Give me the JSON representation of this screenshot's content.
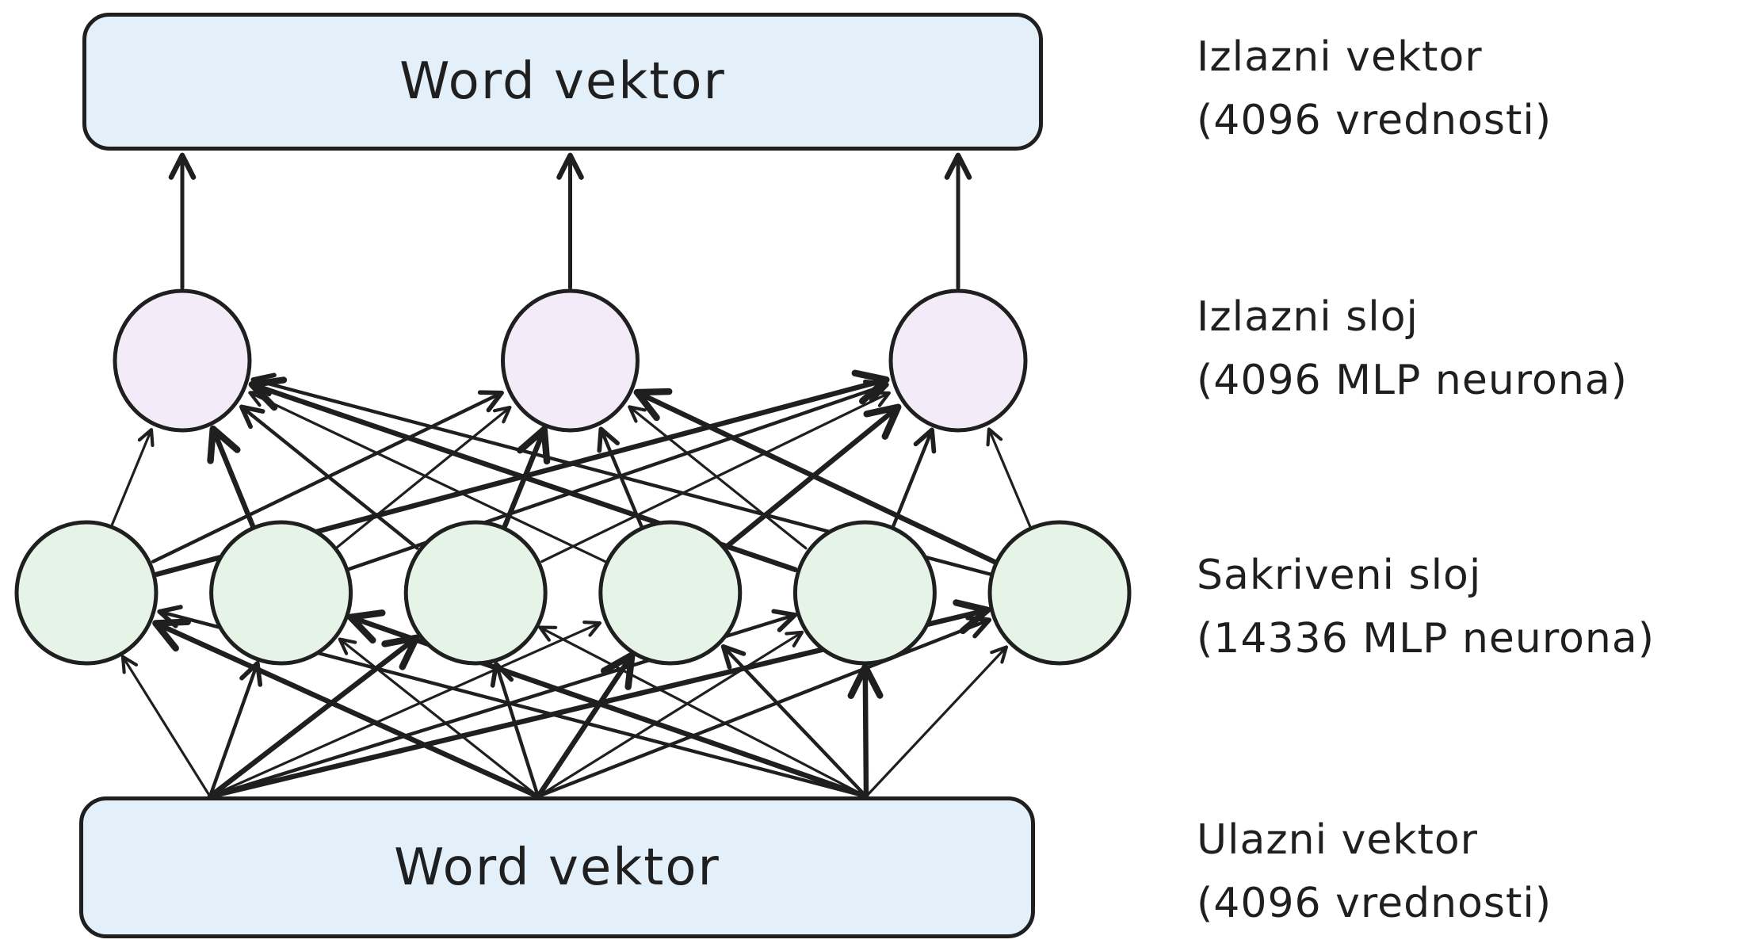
{
  "diagram": {
    "top_box_label": "Word vektor",
    "bottom_box_label": "Word vektor",
    "output_layer": {
      "neuron_count": 3,
      "fill": "#f4ebf8"
    },
    "hidden_layer": {
      "neuron_count": 6,
      "fill": "#e5f4e7"
    },
    "input_fan_count": 3,
    "box_fill": "#e3f0fa",
    "stroke_color": "#1f1f1f"
  },
  "annotations": [
    {
      "title": "Izlazni vektor",
      "subtitle": "(4096 vrednosti)"
    },
    {
      "title": "Izlazni sloj",
      "subtitle": "(4096 MLP neurona)"
    },
    {
      "title": "Sakriveni sloj",
      "subtitle": "(14336 MLP neurona)"
    },
    {
      "title": "Ulazni vektor",
      "subtitle": "(4096 vrednosti)"
    }
  ]
}
